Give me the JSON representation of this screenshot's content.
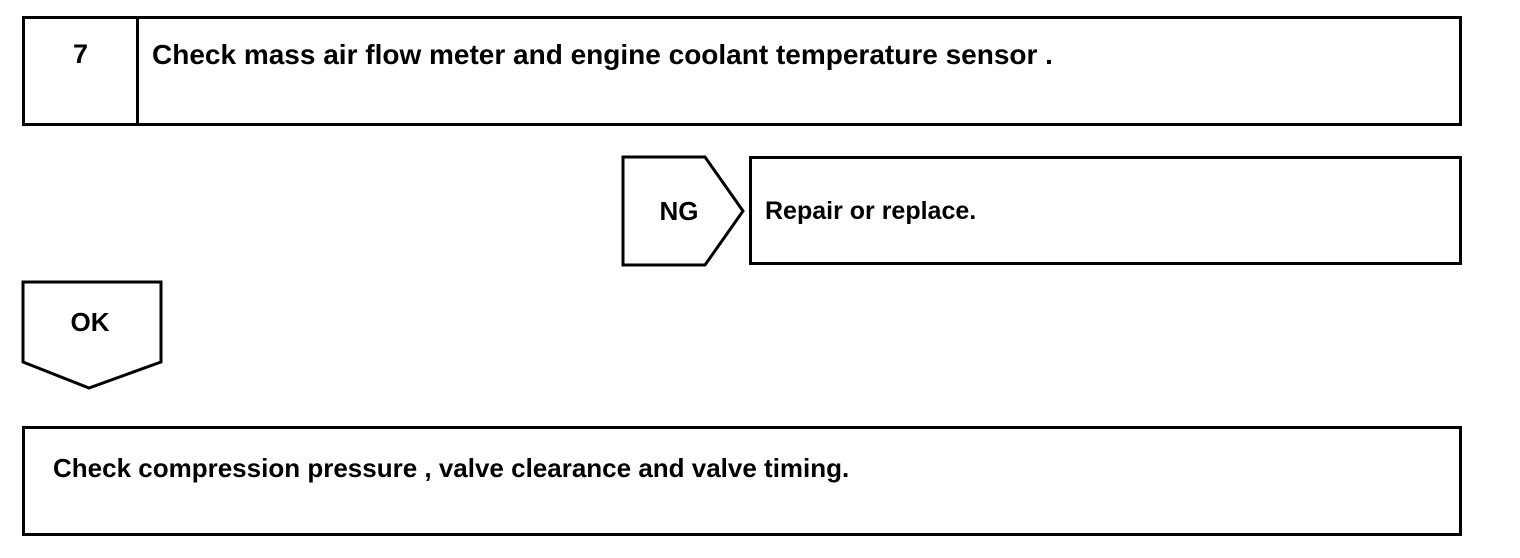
{
  "step": {
    "number": "7",
    "title": "Check mass air flow meter and engine coolant temperature sensor ."
  },
  "ng_branch": {
    "label": "NG",
    "action": "Repair or replace."
  },
  "ok_branch": {
    "label": "OK"
  },
  "next_action": {
    "text": "Check compression pressure , valve clearance and valve timing."
  }
}
